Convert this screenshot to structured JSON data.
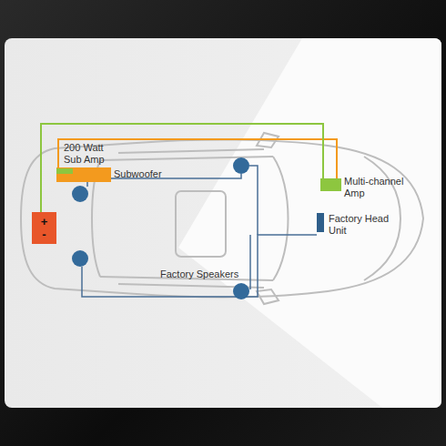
{
  "diagram": {
    "nodes": [
      {
        "text": [
          "200 Watt Sub Amp"
        ]
      },
      {
        "text": [
          "Subwoofer"
        ]
      },
      {
        "text": [
          "Multi-channel Amp"
        ]
      },
      {
        "text": [
          "+",
          "-"
        ]
      },
      {
        "text": [
          "Factory Head Unit"
        ]
      }
    ],
    "edges": [
      {
        "from": 0,
        "to": 2,
        "arrow": "none"
      },
      {
        "from": 3,
        "to": 2,
        "arrow": "none"
      }
    ],
    "labels": [
      "Factory Speakers"
    ]
  }
}
